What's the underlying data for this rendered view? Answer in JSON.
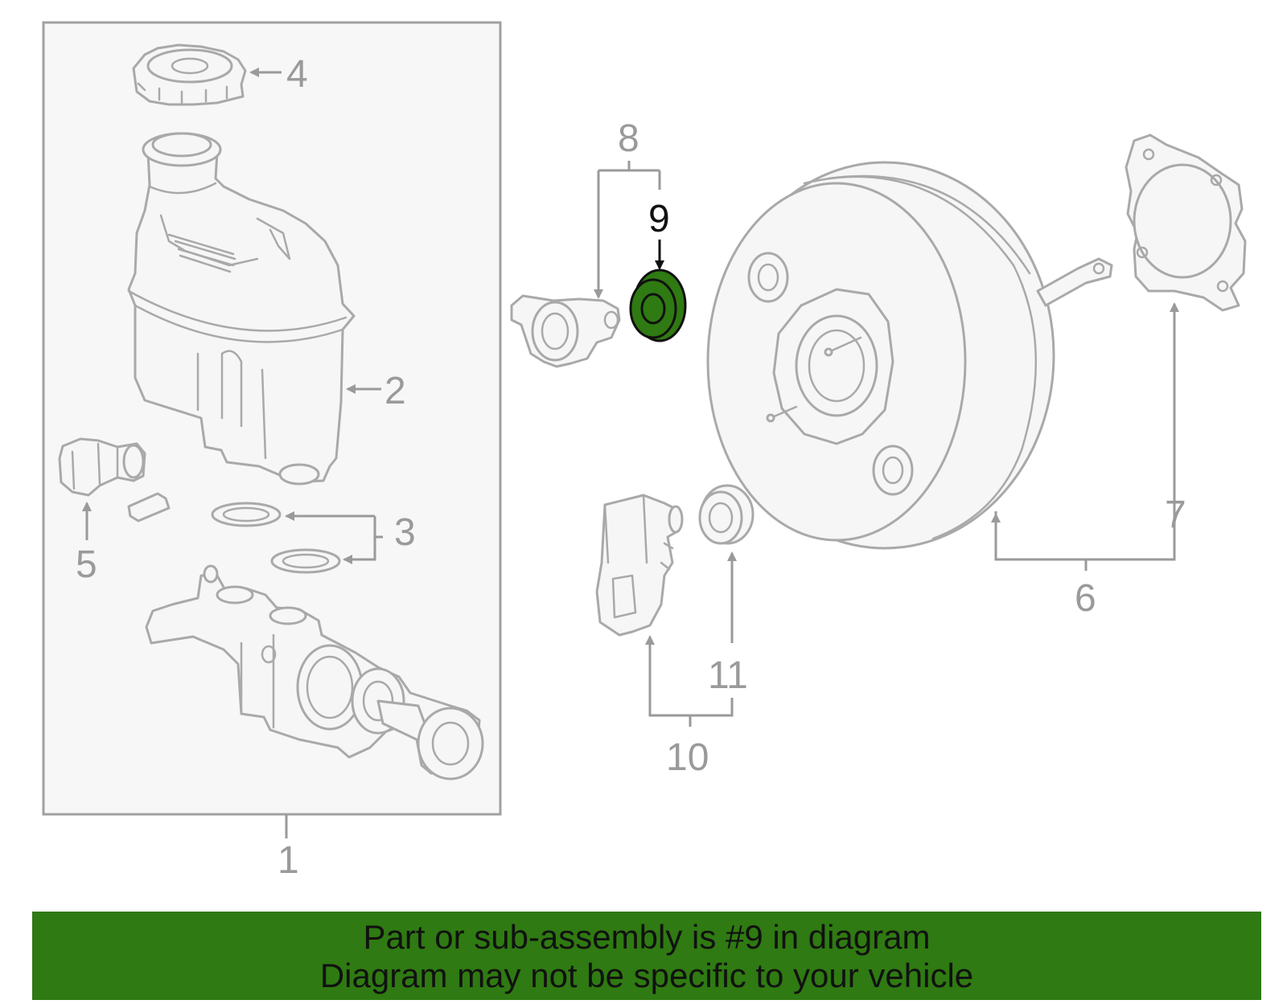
{
  "diagram": {
    "highlight_part": "9",
    "highlight_color": "#2f7a12",
    "callouts": {
      "c1": "1",
      "c2": "2",
      "c3": "3",
      "c4": "4",
      "c5": "5",
      "c6": "6",
      "c7": "7",
      "c8": "8",
      "c9": "9",
      "c10": "10",
      "c11": "11"
    }
  },
  "banner": {
    "line1": "Part or sub-assembly is #9 in diagram",
    "line2": "Diagram may not be specific to your vehicle",
    "background": "#2f7a12"
  }
}
